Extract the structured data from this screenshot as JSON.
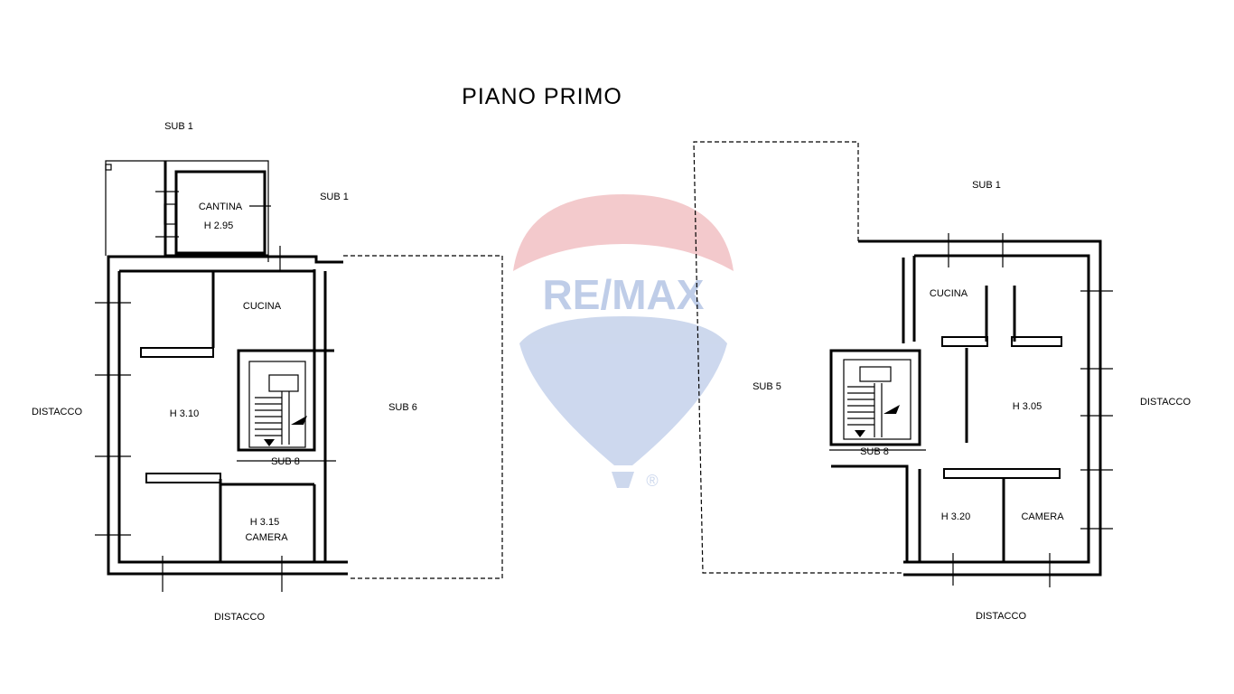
{
  "title": "PIANO PRIMO",
  "left_plan": {
    "sub1_top": "SUB 1",
    "sub1_right": "SUB 1",
    "cantina": "CANTINA",
    "cantina_height": "H 2.95",
    "cucina": "CUCINA",
    "height_main": "H 3.10",
    "sub8": "SUB 8",
    "height_camera": "H 3.15",
    "camera": "CAMERA",
    "sub6": "SUB 6",
    "distacco_left": "DISTACCO",
    "distacco_bottom": "DISTACCO"
  },
  "right_plan": {
    "sub1": "SUB 1",
    "cucina": "CUCINA",
    "sub5": "SUB 5",
    "height_main": "H 3.05",
    "sub8": "SUB 8",
    "height_room": "H 3.20",
    "camera": "CAMERA",
    "distacco_right": "DISTACCO",
    "distacco_bottom": "DISTACCO"
  },
  "watermark": {
    "brand": "RE/MAX",
    "registered": "®",
    "colors": {
      "red": "#e8a3a8",
      "blue": "#a9bde0"
    }
  }
}
